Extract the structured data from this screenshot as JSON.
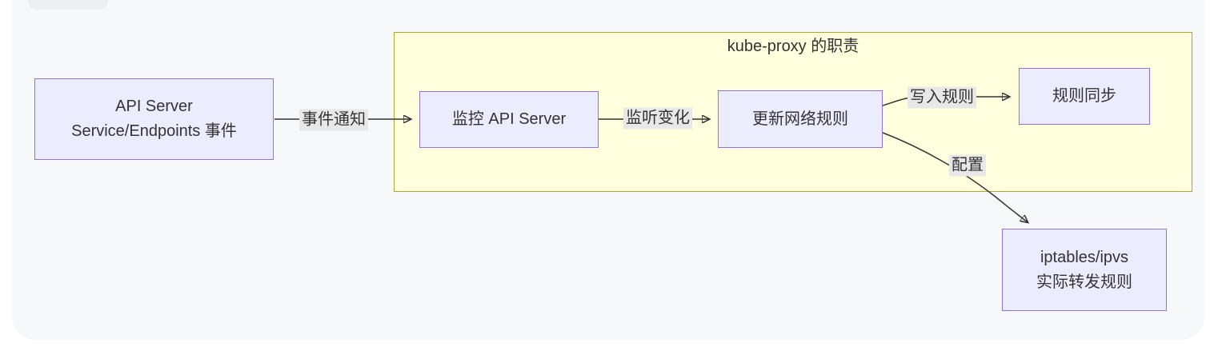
{
  "diagram": {
    "cluster": {
      "title": "kube-proxy 的职责"
    },
    "nodes": [
      {
        "id": "api-server-events",
        "lines": [
          "API Server",
          "Service/Endpoints 事件"
        ]
      },
      {
        "id": "watch-api-server",
        "lines": [
          "监控 API Server"
        ]
      },
      {
        "id": "update-network-rules",
        "lines": [
          "更新网络规则"
        ]
      },
      {
        "id": "rule-sync",
        "lines": [
          "规则同步"
        ]
      },
      {
        "id": "iptables-ipvs-rules",
        "lines": [
          "iptables/ipvs",
          "实际转发规则"
        ]
      }
    ],
    "edges": [
      {
        "from": "api-server-events",
        "to": "watch-api-server",
        "label": "事件通知"
      },
      {
        "from": "watch-api-server",
        "to": "update-network-rules",
        "label": "监听变化"
      },
      {
        "from": "update-network-rules",
        "to": "rule-sync",
        "label": "写入规则"
      },
      {
        "from": "update-network-rules",
        "to": "iptables-ipvs-rules",
        "label": "配置"
      }
    ],
    "colors": {
      "node_fill": "#ECECFF",
      "node_border": "#9370DB",
      "cluster_fill": "#FFFFDE",
      "cluster_border": "#AAAA33",
      "edge_color": "#333333",
      "edge_label_bg": "#E8E8E8",
      "text_color": "#333333",
      "canvas_bg": "#F7F8FA",
      "page_bg": "#FFFFFF"
    }
  }
}
